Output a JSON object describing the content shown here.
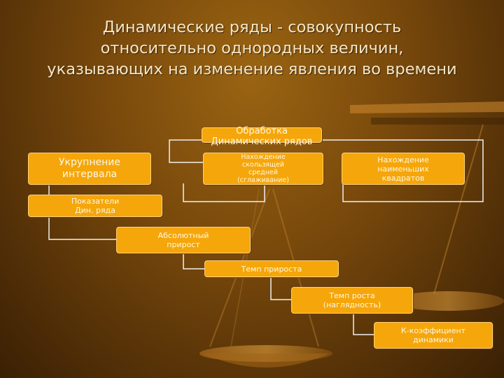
{
  "title": {
    "line1": "Динамические ряды - совокупность",
    "line2": "относительно однородных величин,",
    "line3": "указывающих на изменение явления во времени"
  },
  "diagram": {
    "processing": "Обработка\nДинамических рядов",
    "enlargement": "Укрупнение\nинтервала",
    "moving_average": "Нахождение\nскользящей\nсредней\n(сглаживание)",
    "least_squares": "Нахождение\nнаименьших\nквадратов",
    "indicators": "Показатели\nДин. ряда",
    "absolute_growth": "Абсолютный\nприрост",
    "growth_increment_rate": "Темп прироста",
    "growth_rate": "Темп роста\n(наглядность)",
    "dynamics_coefficient": "К-коэффициент\nдинамики"
  },
  "colors": {
    "box_fill": "#f5a60a",
    "connector": "#f0f0f0",
    "background": "#7a4a0c"
  }
}
